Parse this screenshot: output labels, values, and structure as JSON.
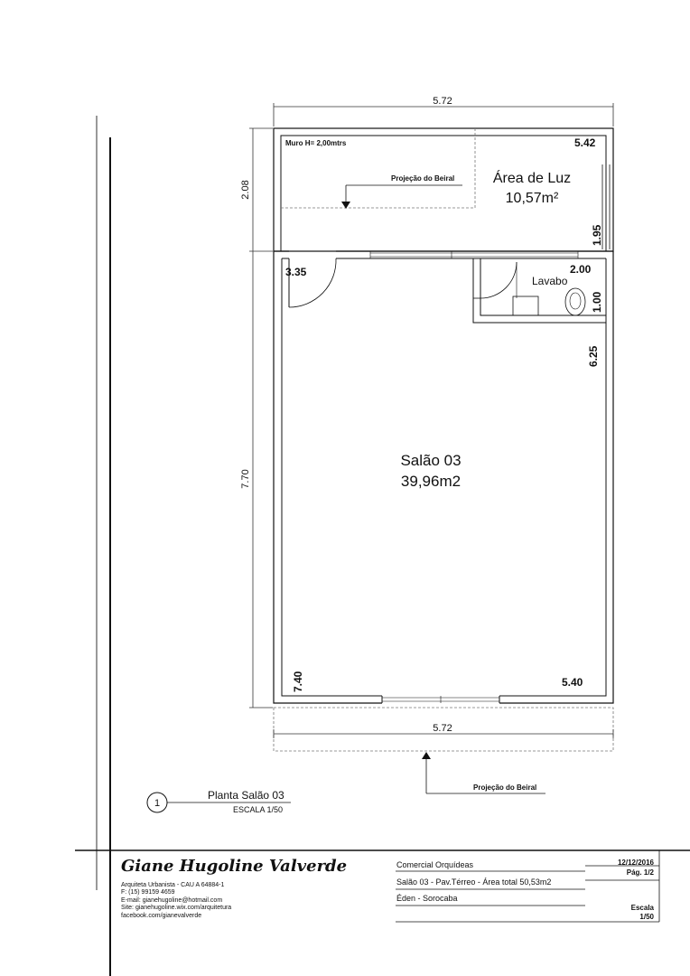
{
  "drawing": {
    "overall_width_top": "5.72",
    "overall_width_bottom": "5.72",
    "depth_light_area": "2.08",
    "depth_salon": "7.70",
    "wall_note": "Muro H= 2,00mtrs",
    "eave_projection_top": "Projeção do Beiral",
    "eave_projection_bottom": "Projeção do Beiral",
    "light_area": {
      "name": "Área de Luz",
      "area": "10,57m²",
      "dim_width": "5.42",
      "dim_depth": "1.95"
    },
    "lavabo": {
      "name": "Lavabo",
      "dim_width": "2.00",
      "dim_depth": "1.00"
    },
    "salon": {
      "name": "Salão 03",
      "area": "39,96m2",
      "dim_left_top": "3.35",
      "dim_right": "6.25",
      "dim_left_bottom": "7.40",
      "dim_bottom": "5.40"
    }
  },
  "view_title": {
    "number": "1",
    "title": "Planta Salão 03",
    "scale": "ESCALA 1/50"
  },
  "title_block": {
    "architect": "Giane Hugoline Valverde",
    "contact": [
      "Arquiteta Urbanista - CAU A 64884-1",
      "F: (15) 99159 4659",
      "E-mail: gianehugoline@hotmail.com",
      "Site: gianehugoline.wix.com/arquitetura",
      "facebook.com/gianevalverde"
    ],
    "project": "Comercial Orquídeas",
    "description": "Salão 03 - Pav.Térreo - Área total 50,53m2",
    "location": "Éden - Sorocaba",
    "date": "12/12/2016",
    "page": "Pág. 1/2",
    "scale_label": "Escala",
    "scale_value": "1/50"
  }
}
